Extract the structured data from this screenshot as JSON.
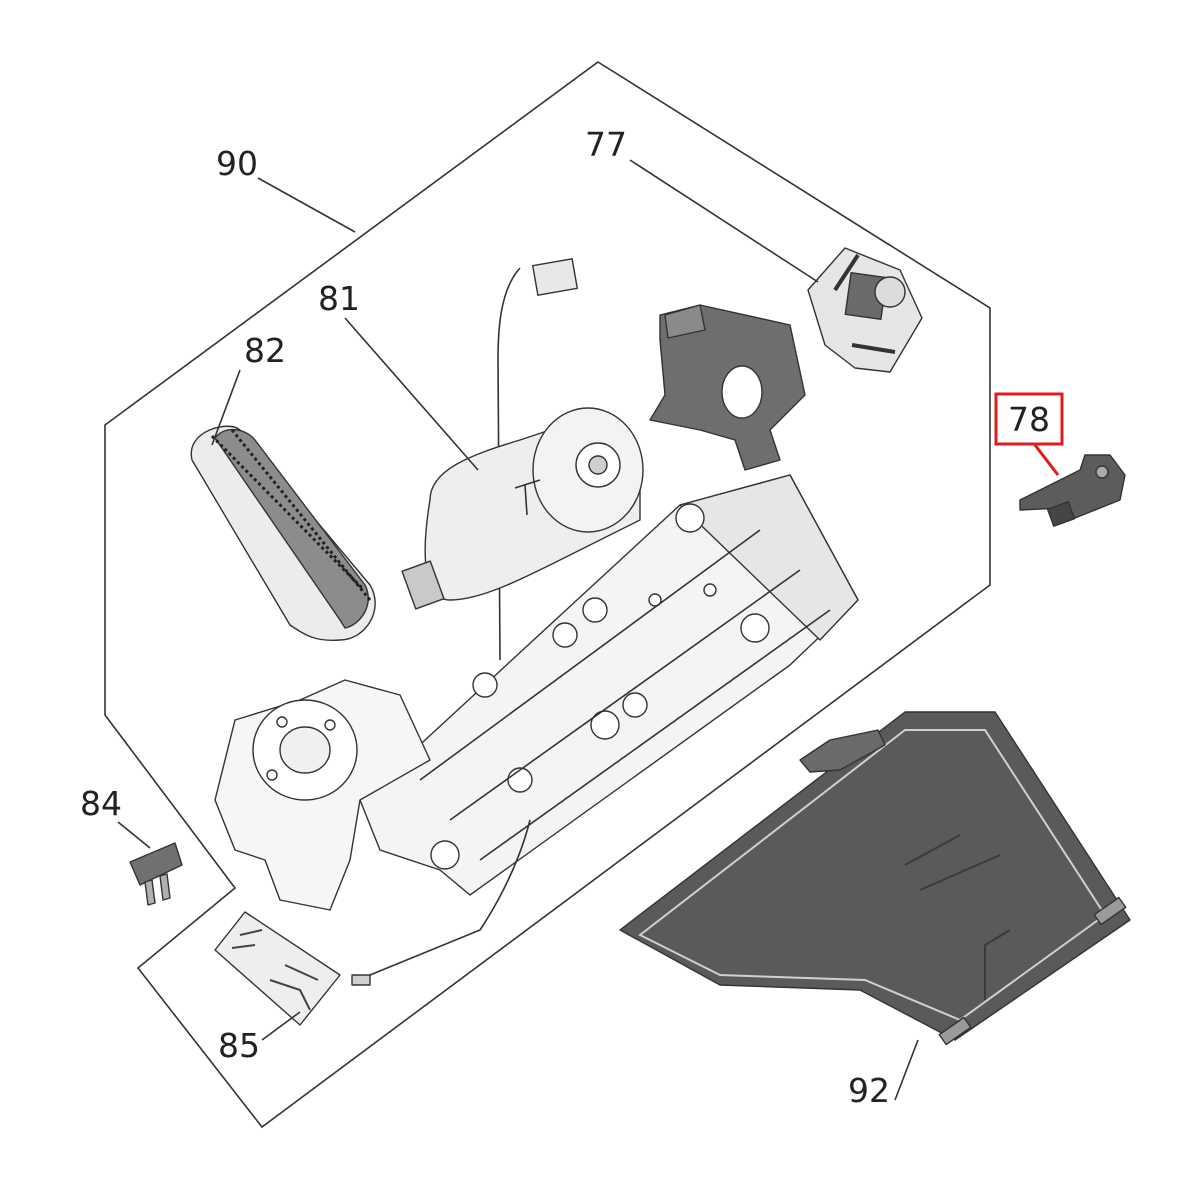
{
  "diagram": {
    "callouts": [
      {
        "id": "90",
        "text": "90"
      },
      {
        "id": "77",
        "text": "77"
      },
      {
        "id": "81",
        "text": "81"
      },
      {
        "id": "82",
        "text": "82"
      },
      {
        "id": "78",
        "text": "78",
        "highlighted": true
      },
      {
        "id": "84",
        "text": "84"
      },
      {
        "id": "85",
        "text": "85"
      },
      {
        "id": "92",
        "text": "92"
      }
    ],
    "colors": {
      "line": "#333333",
      "part_light": "#ececec",
      "part_mid": "#9a9a9a",
      "part_dark": "#5a5a5a",
      "highlight": "#e01b1b"
    }
  }
}
